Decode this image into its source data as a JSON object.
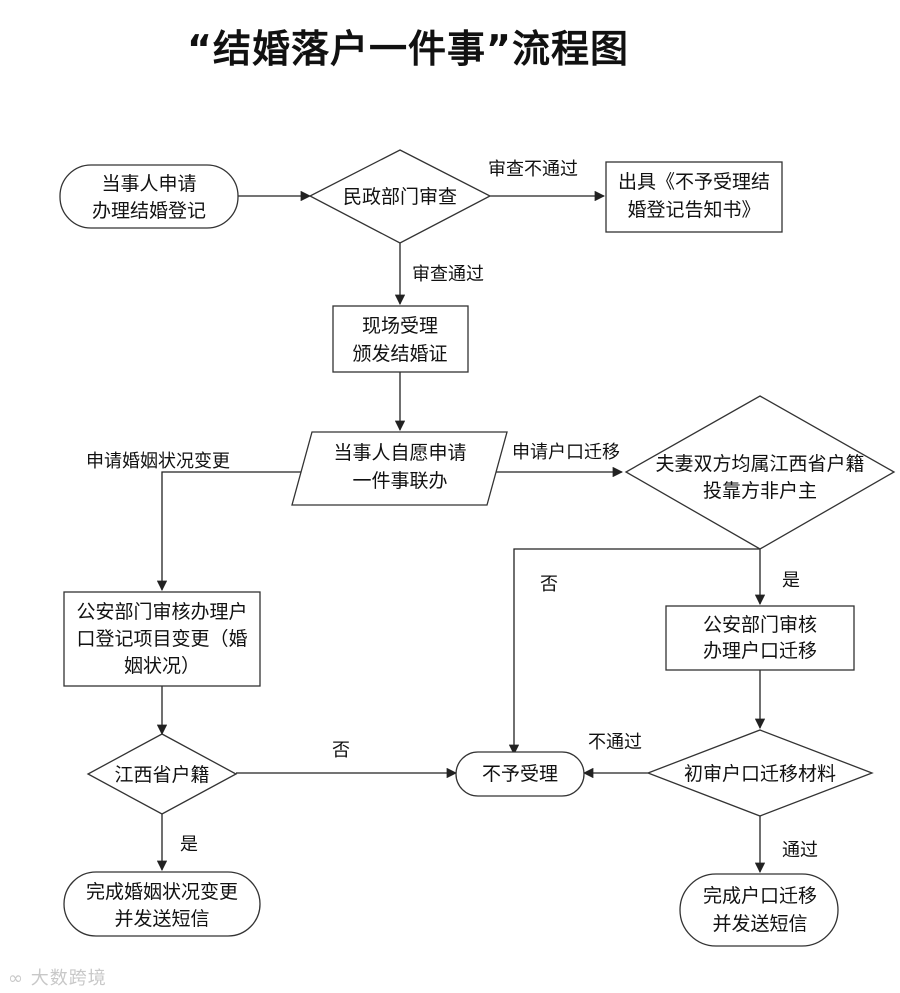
{
  "title": "“结婚落户一件事”流程图",
  "nodes": {
    "apply": [
      "当事人申请",
      "办理结婚登记"
    ],
    "civil_review": [
      "民政部门审查"
    ],
    "notice": [
      "出具《不予受理结",
      "婚登记告知书》"
    ],
    "onsite": [
      "现场受理",
      "颁发结婚证"
    ],
    "voluntary": [
      "当事人自愿申请",
      "一件事联办"
    ],
    "couple_check": [
      "夫妻双方均属江西省户籍",
      "投靠方非户主"
    ],
    "police_marital": [
      "公安部门审核办理户",
      "口登记项目变更（婚",
      "姻状况）"
    ],
    "police_migration": [
      "公安部门审核",
      "办理户口迁移"
    ],
    "jiangxi_check": [
      "江西省户籍"
    ],
    "reject": [
      "不予受理"
    ],
    "initial_review": [
      "初审户口迁移材料"
    ],
    "done_marital": [
      "完成婚姻状况变更",
      "并发送短信"
    ],
    "done_migration": [
      "完成户口迁移",
      "并发送短信"
    ]
  },
  "edges": {
    "review_fail": "审查不通过",
    "review_pass": "审查通过",
    "apply_marital_change": "申请婚姻状况变更",
    "apply_migration": "申请户口迁移",
    "couple_no": "否",
    "couple_yes": "是",
    "jiangxi_no": "否",
    "jiangxi_yes": "是",
    "initial_fail": "不通过",
    "initial_pass": "通过"
  },
  "watermark": "大数跨境"
}
